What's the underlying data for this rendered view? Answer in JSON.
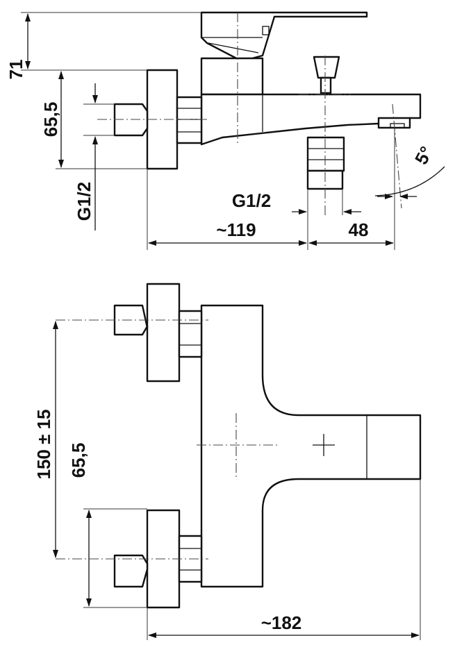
{
  "side_view": {
    "height_top": "71",
    "height_inlet": "65,5",
    "thread_left": "G1/2",
    "thread_outlet": "G1/2",
    "length_body": "~119",
    "length_spout": "48",
    "spout_angle": "5°"
  },
  "top_view": {
    "centers": "150 ± 15",
    "offset": "65,5",
    "width_total": "~182"
  }
}
